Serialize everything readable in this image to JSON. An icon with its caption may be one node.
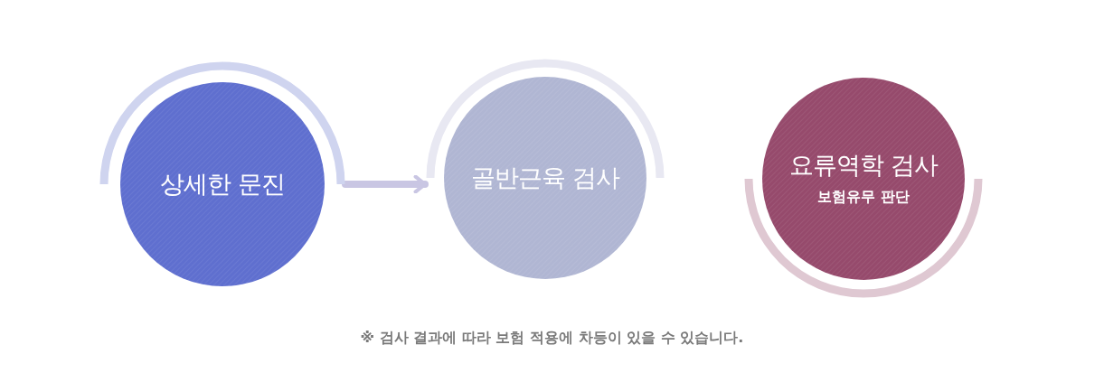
{
  "diagram": {
    "nodes": [
      {
        "text": [
          "상세한 문진"
        ]
      },
      {
        "text": [
          "골반근육 검사"
        ]
      },
      {
        "text": [
          "요류역학 검사",
          "보험유무 판단"
        ]
      }
    ],
    "edges": [
      {
        "from": 0,
        "to": 1,
        "arrow": "to"
      }
    ],
    "labels": [
      "※ 검사 결과에 따라 보험 적용에 차등이 있을 수 있습니다."
    ]
  }
}
